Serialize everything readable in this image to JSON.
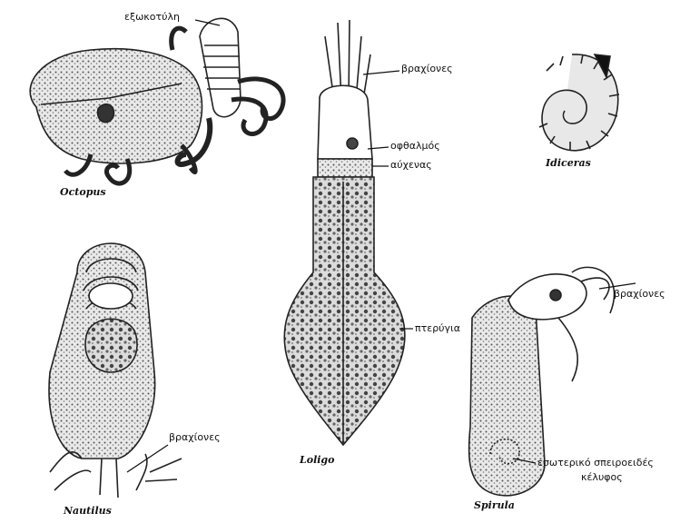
{
  "species": {
    "octopus": "Octopus",
    "loligo": "Loligo",
    "idiceras": "Idiceras",
    "nautilus": "Nautilus",
    "spirula": "Spirula"
  },
  "labels": {
    "exokotyli": "εξωκοτύλη",
    "brachiones_loligo": "βραχίονες",
    "ofthalmos": "οφθαλμός",
    "afchenas": "αύχενας",
    "pterygia": "πτερύγια",
    "brachiones_spirula": "βραχίονες",
    "brachiones_nautilus": "βραχίονες",
    "shell_line1": "εσωτερικό σπειροειδές",
    "shell_line2": "κέλυφος"
  }
}
